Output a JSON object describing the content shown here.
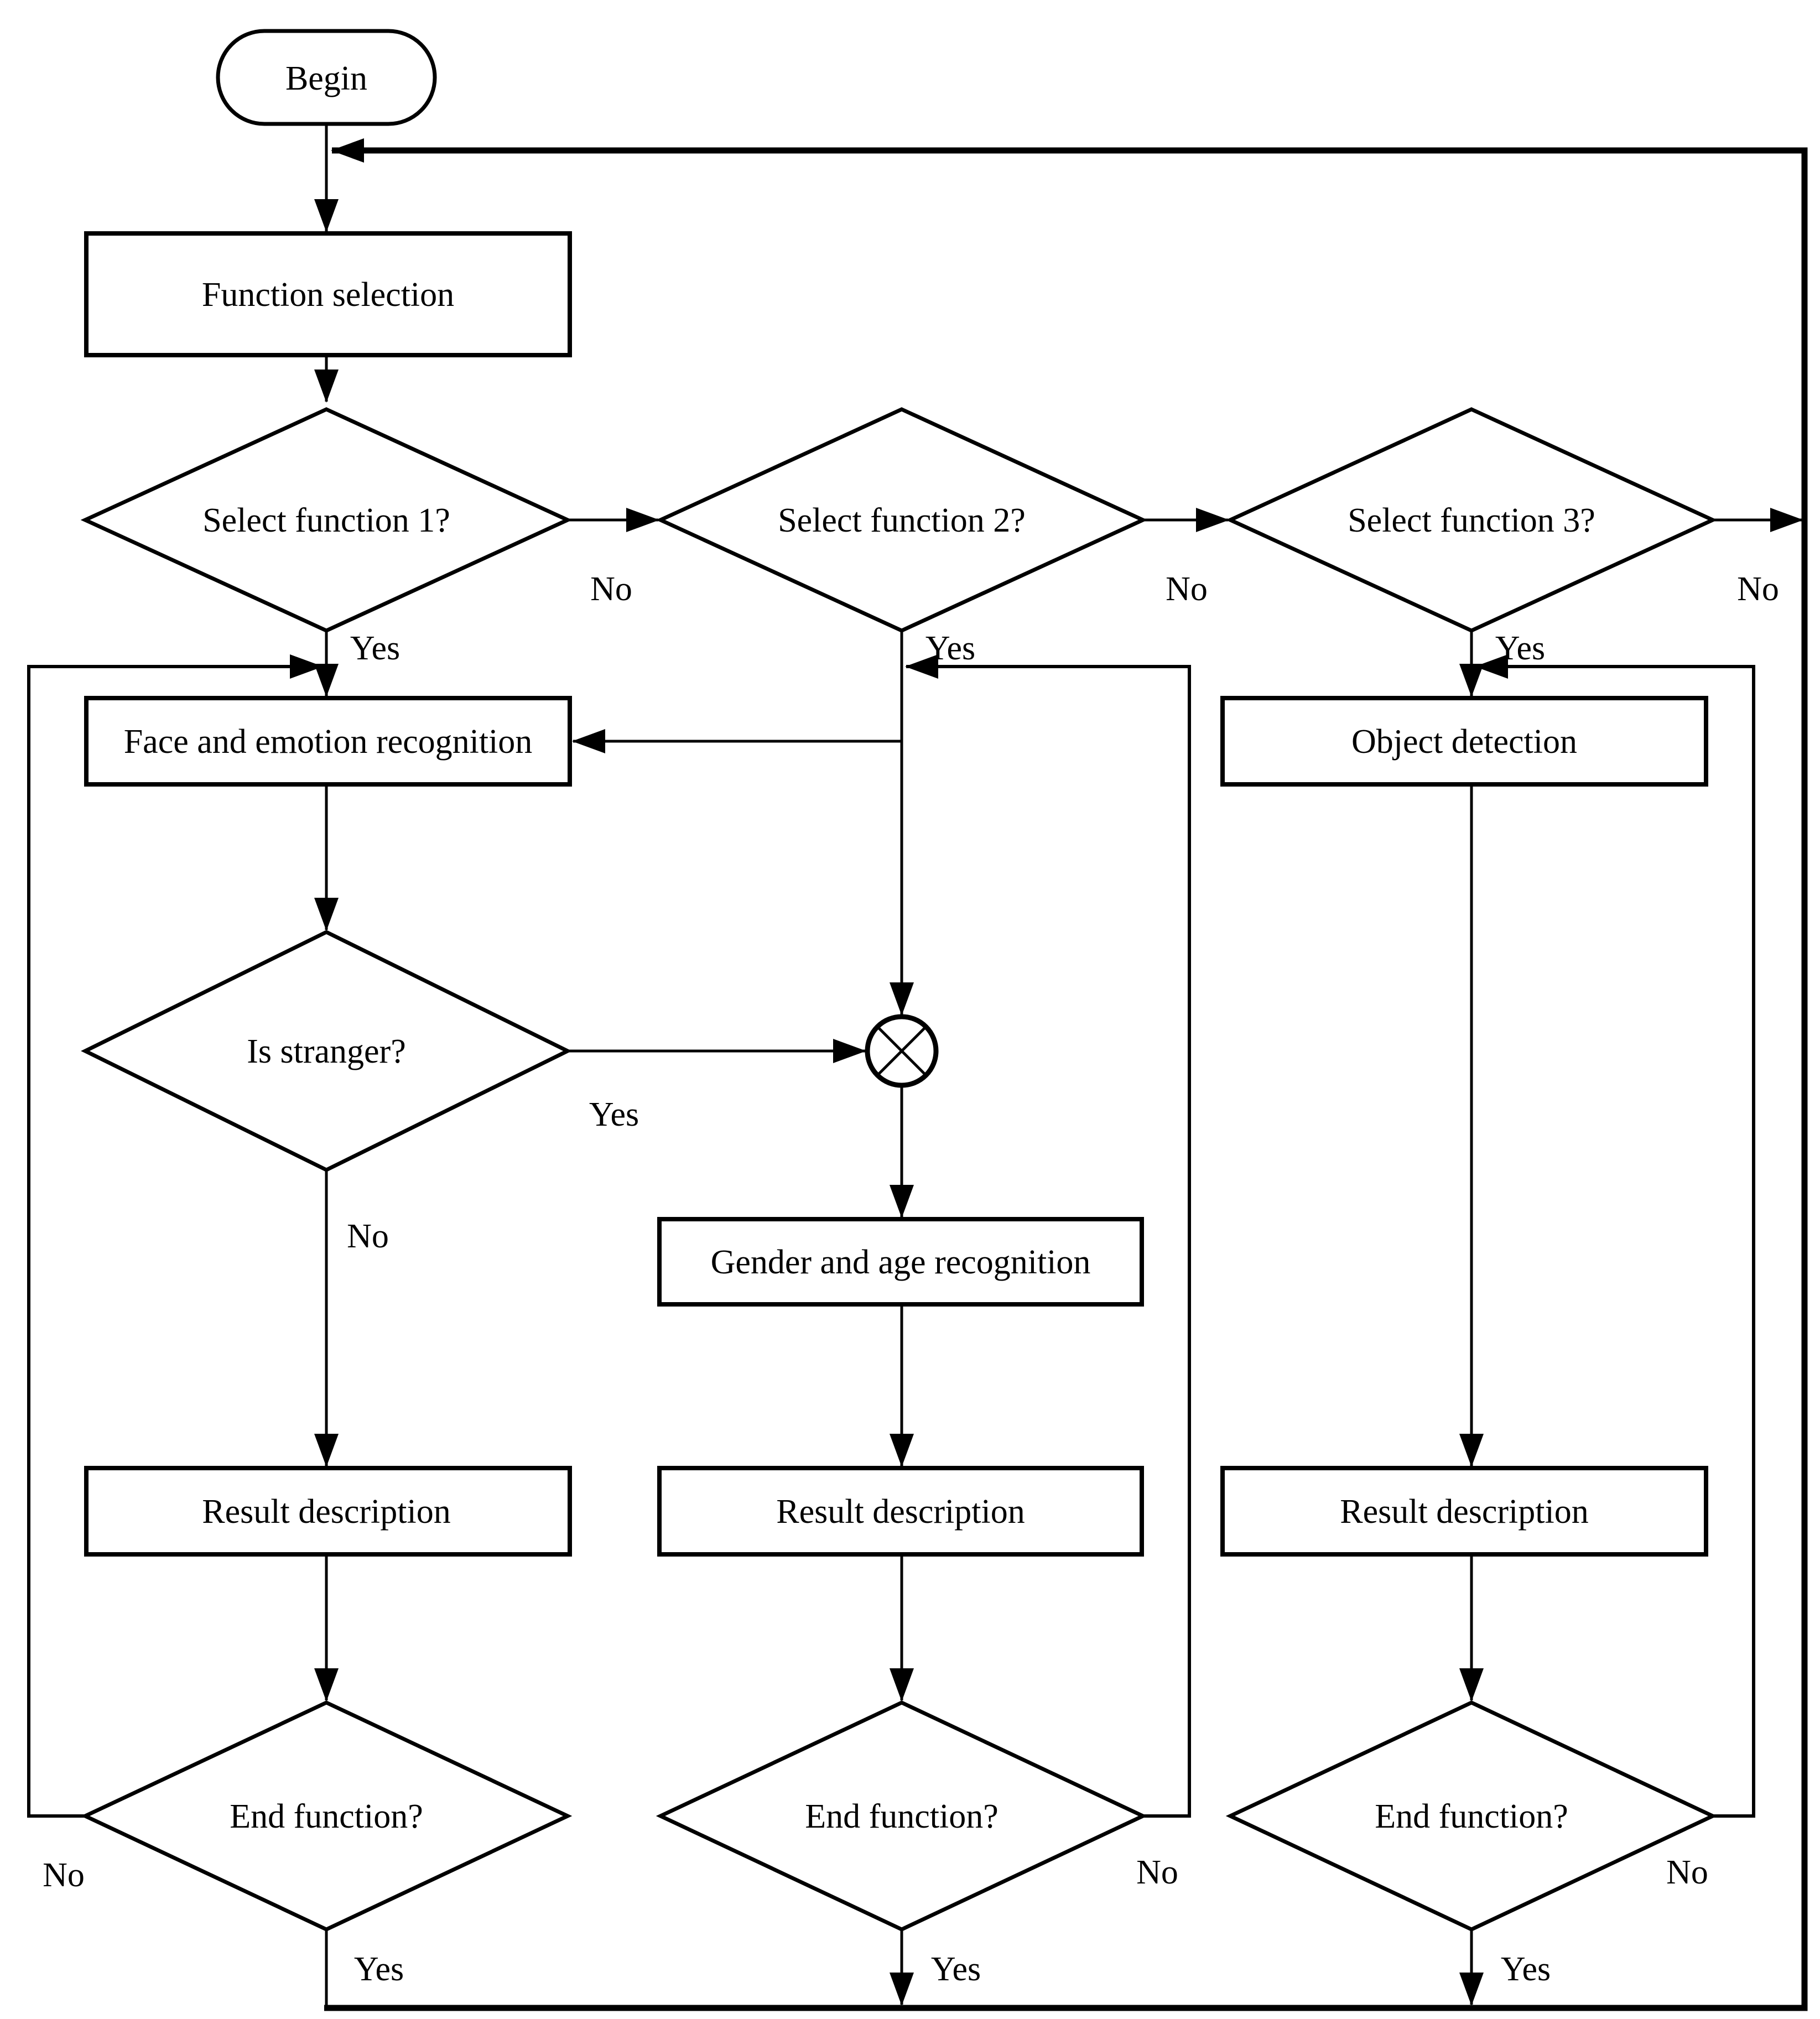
{
  "diagram": {
    "type": "flowchart",
    "background_color": "#ffffff",
    "line_color": "#000000",
    "nodes": {
      "begin": {
        "label": "Begin",
        "shape": "terminator"
      },
      "function_selection": {
        "label": "Function selection",
        "shape": "process"
      },
      "select_function_1": {
        "label": "Select function 1?",
        "shape": "decision"
      },
      "select_function_2": {
        "label": "Select function 2?",
        "shape": "decision"
      },
      "select_function_3": {
        "label": "Select function 3?",
        "shape": "decision"
      },
      "face_emotion_recognition": {
        "label": "Face and emotion recognition",
        "shape": "process"
      },
      "object_detection": {
        "label": "Object detection",
        "shape": "process"
      },
      "is_stranger": {
        "label": "Is stranger?",
        "shape": "decision"
      },
      "merge_junction": {
        "label": "",
        "shape": "circle-cross-junction"
      },
      "gender_age_recognition": {
        "label": "Gender and age recognition",
        "shape": "process"
      },
      "result_description_1": {
        "label": "Result description",
        "shape": "process"
      },
      "result_description_2": {
        "label": "Result description",
        "shape": "process"
      },
      "result_description_3": {
        "label": "Result description",
        "shape": "process"
      },
      "end_function_1": {
        "label": "End function?",
        "shape": "decision"
      },
      "end_function_2": {
        "label": "End function?",
        "shape": "decision"
      },
      "end_function_3": {
        "label": "End function?",
        "shape": "decision"
      }
    },
    "edge_labels": {
      "yes": "Yes",
      "no": "No"
    }
  }
}
